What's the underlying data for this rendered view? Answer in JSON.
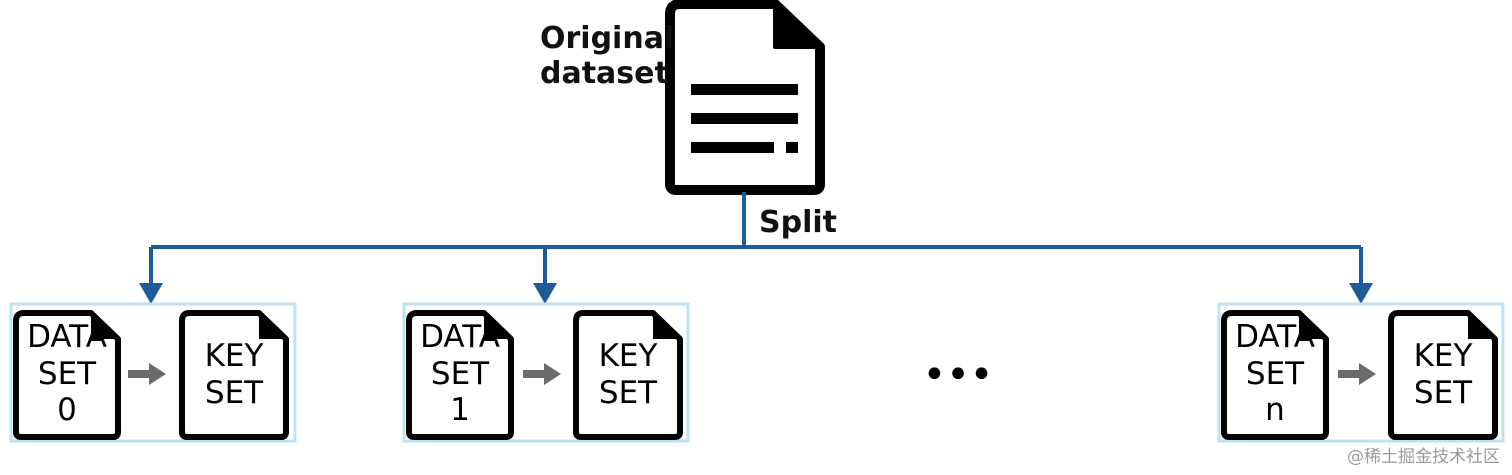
{
  "original": {
    "label_line1": "Original",
    "label_line2": "dataset",
    "icon": "document-icon"
  },
  "split_label": "Split",
  "partitions": [
    {
      "data_line1": "DATA",
      "data_line2": "SET",
      "data_line3": "0",
      "key_line1": "KEY",
      "key_line2": "SET"
    },
    {
      "data_line1": "DATA",
      "data_line2": "SET",
      "data_line3": "1",
      "key_line1": "KEY",
      "key_line2": "SET"
    },
    {
      "data_line1": "DATA",
      "data_line2": "SET",
      "data_line3": "n",
      "key_line1": "KEY",
      "key_line2": "SET"
    }
  ],
  "ellipsis": "•••",
  "watermark": "@稀土掘金技术社区",
  "colors": {
    "connector": "#1f5a9a",
    "partition_border": "#bfe0f5",
    "arrow": "#6b6b6b",
    "doc_stroke": "#000000"
  }
}
